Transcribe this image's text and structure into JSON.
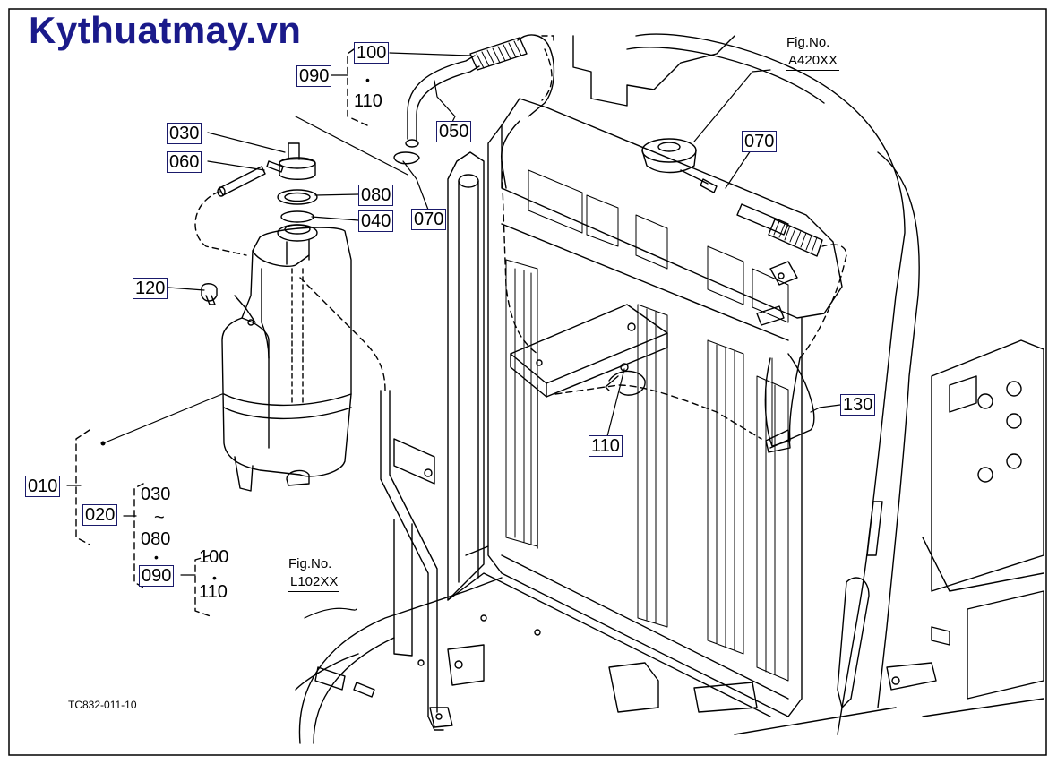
{
  "watermark": "Kythuatmay.vn",
  "drawing_code": "TC832-011-10",
  "fig_refs": [
    {
      "title": "Fig.No.",
      "code": "A420XX"
    },
    {
      "title": "Fig.No.",
      "code": "L102XX"
    }
  ],
  "callouts": {
    "p100_top": "100",
    "p090_top": "090",
    "p110_top": "110",
    "p030": "030",
    "p060": "060",
    "p080": "080",
    "p040": "040",
    "p050": "050",
    "p070_left": "070",
    "p070_right": "070",
    "p120": "120",
    "p110_mid": "110",
    "p130": "130",
    "p010": "010",
    "p020": "020"
  },
  "tree": {
    "t030": "030",
    "tilde": "~",
    "t080": "080",
    "dot1": "•",
    "t090": "090",
    "t100": "100",
    "dot2": "•",
    "t110": "110",
    "dot_top": "•"
  },
  "colors": {
    "line": "#000000",
    "watermark": "#1a1a8a",
    "box_border": "#1a1a6a"
  }
}
